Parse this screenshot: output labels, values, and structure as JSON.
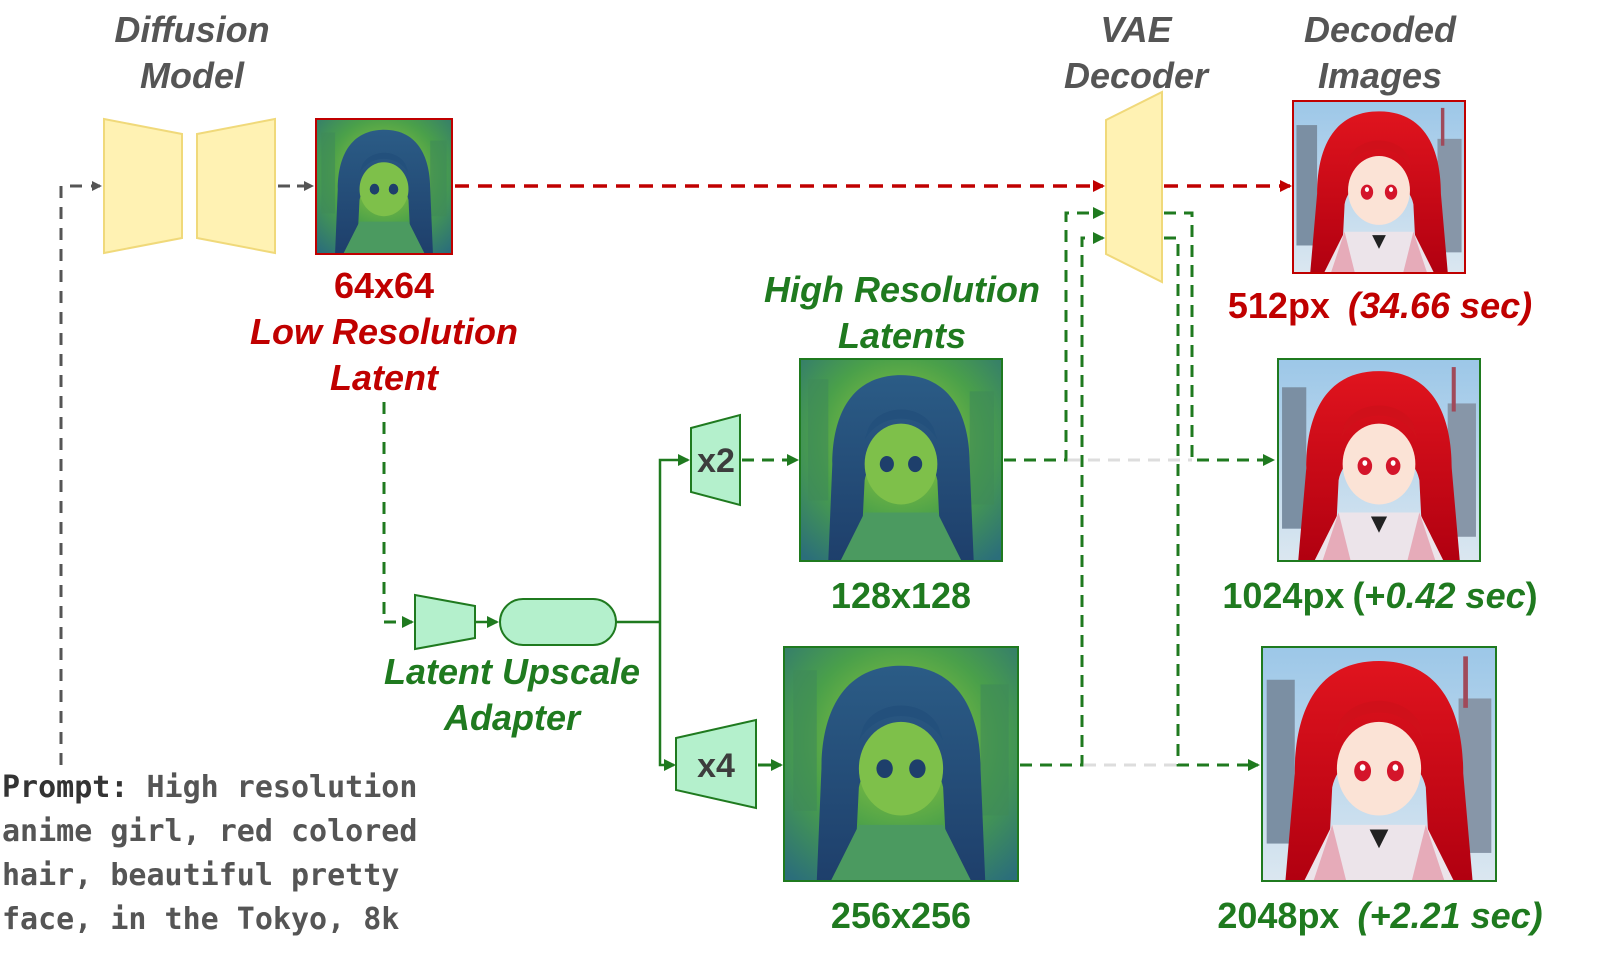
{
  "diagram": {
    "labels": {
      "diffusion_model": [
        "Diffusion",
        "Model"
      ],
      "vae_decoder": [
        "VAE",
        "Decoder"
      ],
      "decoded_images": [
        "Decoded",
        "Images"
      ],
      "low_res_size": "64x64",
      "low_res_title": [
        "Low Resolution",
        "Latent"
      ],
      "high_res_title": [
        "High Resolution",
        "Latents"
      ],
      "adapter_title": [
        "Latent Upscale",
        "Adapter"
      ],
      "x2": "x2",
      "x4": "x4",
      "size_128": "128x128",
      "size_256": "256x256"
    },
    "outputs": [
      {
        "size": "512px",
        "time": "(34.66 sec)"
      },
      {
        "size": "1024px",
        "time_open": "(+",
        "time_value": "0.42 sec",
        "time_close": ")"
      },
      {
        "size": "2048px",
        "time": "(+2.21 sec)"
      }
    ],
    "prompt": {
      "label": "Prompt:",
      "text": "High resolution anime girl, red colored hair, beautiful pretty face, in the Tokyo, 8k"
    },
    "colors": {
      "red": "#c00000",
      "green": "#1f7a1f",
      "gray": "#555555",
      "unet_fill": "#fff2b3",
      "adapter_fill": "#b4f0cc"
    }
  }
}
